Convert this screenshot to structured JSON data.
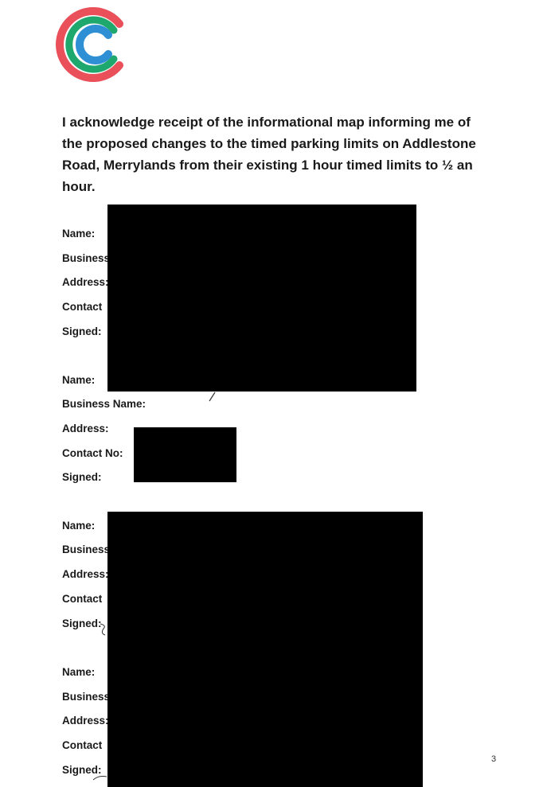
{
  "logo": {
    "name": "logo",
    "colors": [
      "#e9505a",
      "#1fa86e",
      "#2f8fd4"
    ]
  },
  "acknowledgement": "I acknowledge receipt of the informational map informing me of the proposed changes to the timed parking limits on Addlestone Road, Merrylands from their existing 1 hour timed limits to ½ an hour.",
  "entries": [
    {
      "name": "Name:",
      "business": "Business",
      "address": "Address:",
      "contact": "Contact",
      "signed": "Signed:"
    },
    {
      "name": "Name:",
      "business": "Business Name:",
      "address": "Address:",
      "contact": "Contact No:",
      "signed": "Signed:"
    },
    {
      "name": "Name:",
      "business": "Business",
      "address": "Address:",
      "contact": "Contact",
      "signed": "Signed:"
    },
    {
      "name": "Name:",
      "business": "Business",
      "address": "Address:",
      "contact": "Contact",
      "signed": "Signed:"
    }
  ],
  "page_number": "3"
}
